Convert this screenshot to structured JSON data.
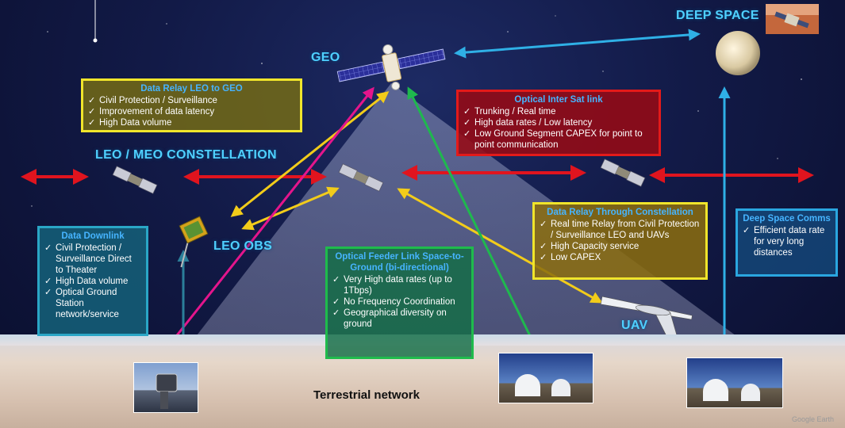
{
  "labels": {
    "geo": "GEO",
    "deep_space": "DEEP SPACE",
    "leo_meo": "LEO / MEO CONSTELLATION",
    "leo_obs": "LEO OBS",
    "uav": "UAV",
    "terrestrial": "Terrestrial network"
  },
  "boxes": {
    "relay_leo_geo": {
      "title": "Data Relay LEO  to GEO",
      "items": [
        "Civil Protection /  Surveillance",
        "Improvement of data latency",
        "High Data volume"
      ]
    },
    "optical_inter_sat": {
      "title": "Optical Inter Sat link",
      "items": [
        "Trunking / Real time",
        "High data rates / Low latency",
        "Low Ground Segment CAPEX for point to point communication"
      ]
    },
    "data_downlink": {
      "title": "Data Downlink",
      "items": [
        "Civil Protection / Surveillance Direct to Theater",
        "High Data volume",
        "Optical Ground Station network/service"
      ]
    },
    "feeder_link": {
      "title": "Optical Feeder Link Space-to-Ground (bi-directional)",
      "items": [
        "Very High data rates (up to 1Tbps)",
        "No Frequency Coordination",
        "Geographical diversity on ground"
      ]
    },
    "relay_constellation": {
      "title": "Data Relay Through Constellation",
      "items": [
        "Real time Relay from Civil Protection /  Surveillance LEO and UAVs",
        "High Capacity service",
        "Low CAPEX"
      ]
    },
    "deep_space_comms": {
      "title": "Deep Space Comms",
      "items": [
        "Efficient data rate for very long distances"
      ]
    }
  },
  "colors": {
    "red_link": "#e0141e",
    "yellow_link": "#f2cc1a",
    "green_link": "#1fb84e",
    "magenta_link": "#e4158c",
    "cyan_link": "#2fb0e6",
    "teal_link": "#2b7f9a",
    "label_cyan": "#4fd0ff"
  },
  "icons": [
    "geo-satellite-icon",
    "leo-satellite-icon",
    "obs-satellite-icon",
    "moon-icon",
    "uav-icon",
    "telescope-icon",
    "observatory-dome-icon"
  ],
  "watermark": "Google Earth"
}
